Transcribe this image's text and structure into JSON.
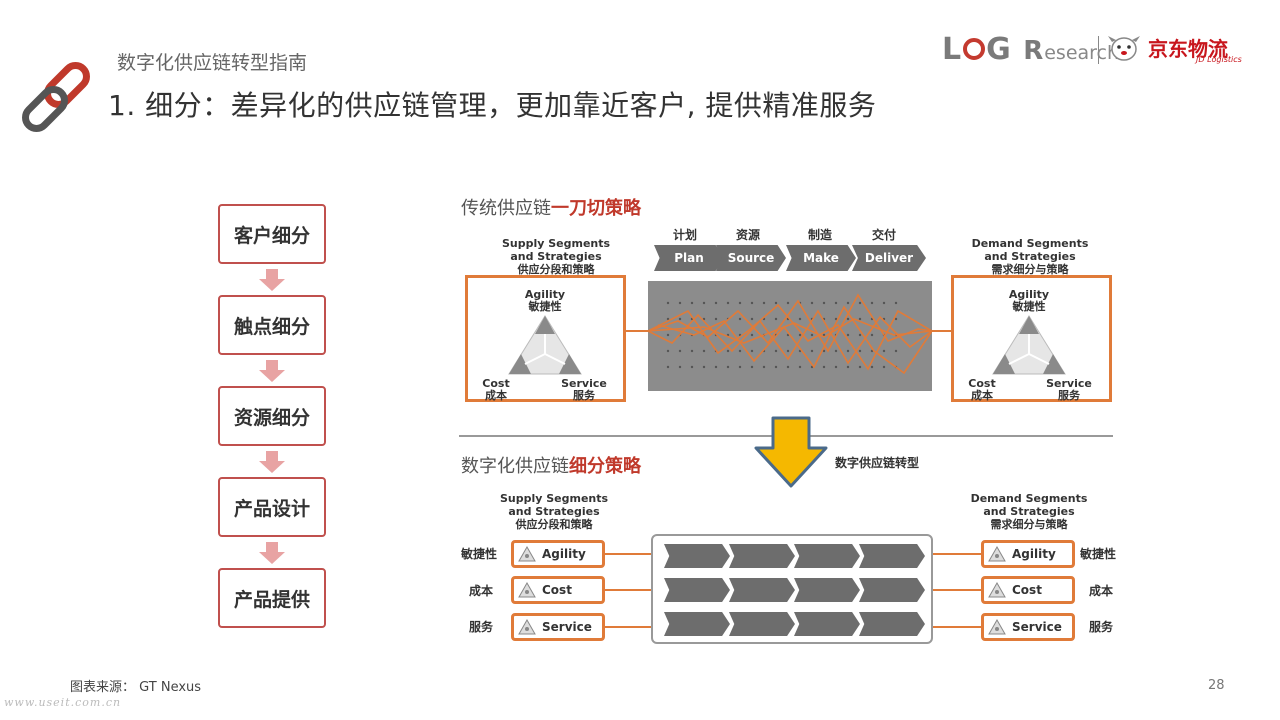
{
  "header": {
    "subtitle": "数字化供应链转型指南",
    "title": "1. 细分：差异化的供应链管理，更加靠近客户, 提供精准服务",
    "logo_l": "L",
    "logo_g": "G",
    "logo_r": "R",
    "logo_research": "esearch",
    "jd_cn": "京东物流",
    "jd_en": "JD Logistics"
  },
  "flow": {
    "steps": [
      "客户细分",
      "触点细分",
      "资源细分",
      "产品设计",
      "产品提供"
    ]
  },
  "traditional": {
    "title_plain": "传统供应链",
    "title_highlight": "一刀切策略",
    "left_label_en_1": "Supply Segments",
    "left_label_en_2": "and Strategies",
    "left_label_cn": "供应分段和策略",
    "right_label_en_1": "Demand Segments",
    "right_label_en_2": "and Strategies",
    "right_label_cn": "需求细分与策略",
    "agility_en": "Agility",
    "agility_cn": "敏捷性",
    "cost_en": "Cost",
    "cost_cn": "成本",
    "service_en": "Service",
    "service_cn": "服务",
    "phases": [
      {
        "cn": "计划",
        "en": "Plan"
      },
      {
        "cn": "资源",
        "en": "Source"
      },
      {
        "cn": "制造",
        "en": "Make"
      },
      {
        "cn": "交付",
        "en": "Deliver"
      }
    ]
  },
  "digital": {
    "title_plain": "数字化供应链",
    "title_highlight": "细分策略",
    "transform_label": "数字供应链转型",
    "left_label_en_1": "Supply Segments",
    "left_label_en_2": "and Strategies",
    "left_label_cn": "供应分段和策略",
    "right_label_en_1": "Demand Segments",
    "right_label_en_2": "and Strategies",
    "right_label_cn": "需求细分与策略",
    "rows": [
      {
        "cn": "敏捷性",
        "en": "Agility"
      },
      {
        "cn": "成本",
        "en": "Cost"
      },
      {
        "cn": "服务",
        "en": "Service"
      }
    ]
  },
  "footer": {
    "source_label": "图表来源：",
    "source_value": "GT Nexus",
    "page_number": "28",
    "watermark": "www.useit.com.cn"
  },
  "colors": {
    "accent_orange": "#e07b39",
    "accent_red": "#c0504d",
    "arrow_yellow": "#f5b800",
    "jd_red": "#c8161d"
  }
}
